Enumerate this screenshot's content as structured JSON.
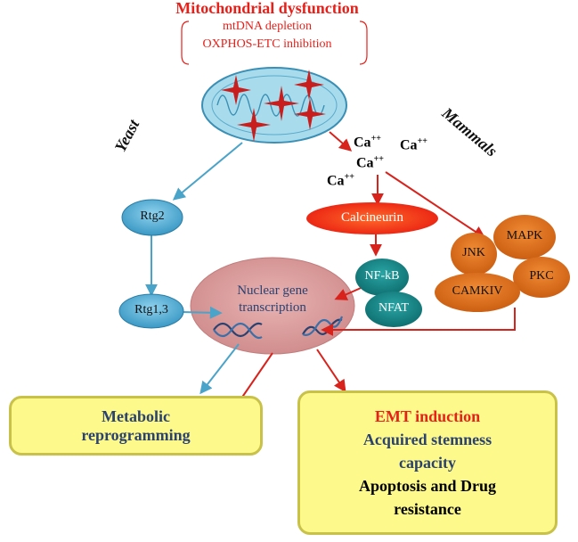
{
  "title": "Mitochondrial  dysfunction",
  "causes": [
    "mtDNA depletion",
    "OXPHOS-ETC inhibition"
  ],
  "branches": {
    "yeast": "Yeast",
    "mammals": "Mammals"
  },
  "calcium": {
    "symbol": "Ca",
    "charge": "++"
  },
  "nodes": {
    "rtg2": "Rtg2",
    "rtg13": "Rtg1,3",
    "calcineurin": "Calcineurin",
    "nfkb": "NF-kB",
    "nfat": "NFAT",
    "jnk": "JNK",
    "mapk": "MAPK",
    "pkc": "PKC",
    "camkiv": "CAMKIV",
    "nucleus_line1": "Nuclear gene",
    "nucleus_line2": "transcription"
  },
  "outcomes": {
    "metabolic": [
      "Metabolic",
      "reprogramming"
    ],
    "emt": "EMT induction",
    "stemness": [
      "Acquired  stemness",
      "capacity"
    ],
    "apoptosis": [
      "Apoptosis and Drug",
      "resistance"
    ]
  },
  "colors": {
    "title_red": "#e8201a",
    "arrow_blue": "#4aa3c8",
    "arrow_red": "#d8221c",
    "teal_node": "#17898a",
    "orange_node": "#e2711d",
    "rtg_node": "#5bb3d6",
    "outcome_box": "#fdf98a",
    "nucleus_fill": "#d99a9a",
    "mito_fill": "#a8dcec"
  }
}
